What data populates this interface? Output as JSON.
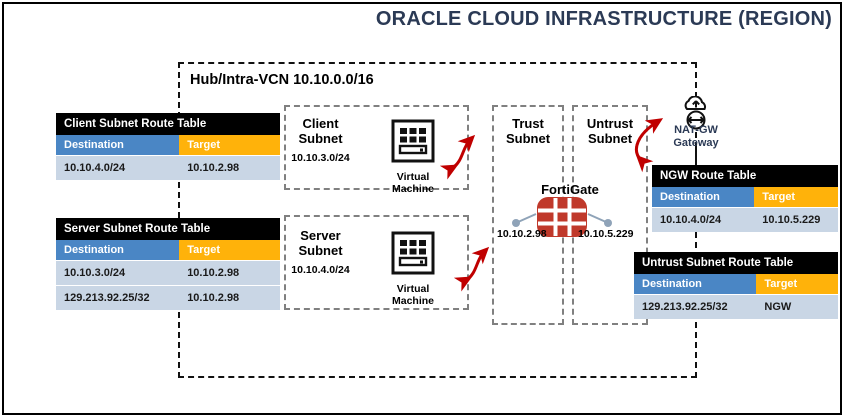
{
  "header": {
    "title": "ORACLE CLOUD INFRASTRUCTURE (REGION)",
    "title_color": "#2b3a55"
  },
  "vcn": {
    "label": "Hub/Intra-VCN 10.10.0.0/16"
  },
  "colors": {
    "destination_header": "#4a86c5",
    "target_header": "#ffb20a",
    "row_background": "#c9d6e5",
    "table_title_background": "#000000",
    "arrow": "#c00000",
    "fortigate": "#c0392b",
    "subnet_border": "#808080"
  },
  "route_tables": {
    "client": {
      "title": "Client Subnet Route Table",
      "columns": [
        "Destination",
        "Target"
      ],
      "rows": [
        {
          "destination": "10.10.4.0/24",
          "target": "10.10.2.98"
        }
      ]
    },
    "server": {
      "title": "Server Subnet Route Table",
      "columns": [
        "Destination",
        "Target"
      ],
      "rows": [
        {
          "destination": "10.10.3.0/24",
          "target": "10.10.2.98"
        },
        {
          "destination": "129.213.92.25/32",
          "target": "10.10.2.98"
        }
      ]
    },
    "ngw": {
      "title": "NGW Route Table",
      "columns": [
        "Destination",
        "Target"
      ],
      "rows": [
        {
          "destination": "10.10.4.0/24",
          "target": "10.10.5.229"
        }
      ]
    },
    "untrust": {
      "title": "Untrust Subnet Route Table",
      "columns": [
        "Destination",
        "Target"
      ],
      "rows": [
        {
          "destination": "129.213.92.25/32",
          "target": "NGW"
        }
      ]
    }
  },
  "subnets": {
    "client": {
      "name_line1": "Client",
      "name_line2": "Subnet",
      "cidr": "10.10.3.0/24",
      "vm_label_line1": "Virtual",
      "vm_label_line2": "Machine"
    },
    "server": {
      "name_line1": "Server",
      "name_line2": "Subnet",
      "cidr": "10.10.4.0/24",
      "vm_label_line1": "Virtual",
      "vm_label_line2": "Machine"
    },
    "trust": {
      "name_line1": "Trust",
      "name_line2": "Subnet"
    },
    "untrust": {
      "name_line1": "Untrust",
      "name_line2": "Subnet"
    }
  },
  "fortigate": {
    "label": "FortiGate",
    "trust_ip": "10.10.2.98",
    "untrust_ip": "10.10.5.229"
  },
  "nat_gateway": {
    "label_line1": "NAT-GW",
    "label_line2": "Gateway"
  }
}
